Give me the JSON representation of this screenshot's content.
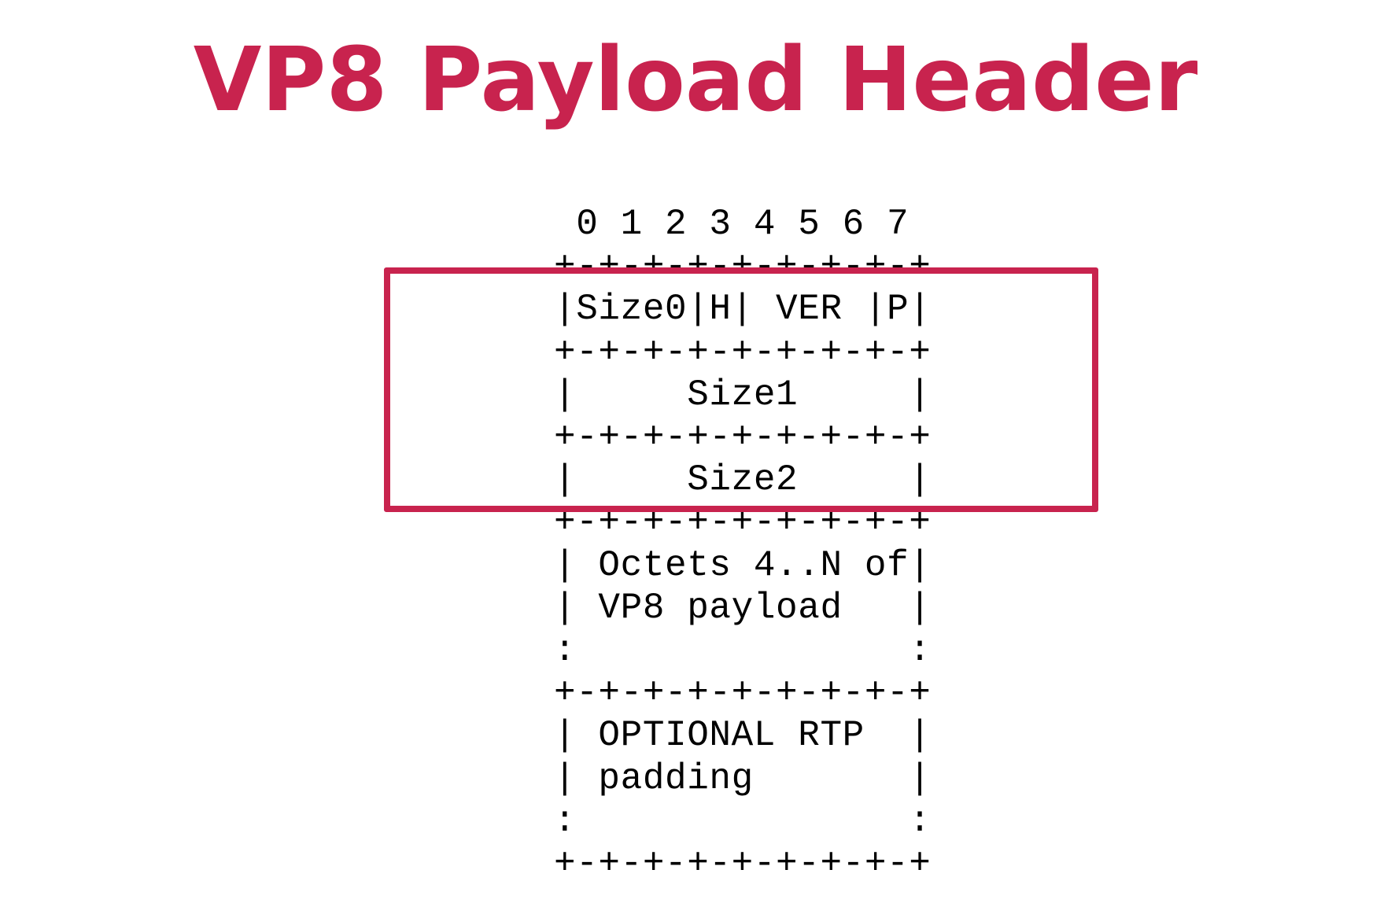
{
  "title": "VP8 Payload Header",
  "diagram": {
    "lines": [
      " 0 1 2 3 4 5 6 7",
      "+-+-+-+-+-+-+-+-+",
      "|Size0|H| VER |P|",
      "+-+-+-+-+-+-+-+-+",
      "|     Size1     |",
      "+-+-+-+-+-+-+-+-+",
      "|     Size2     |",
      "+-+-+-+-+-+-+-+-+",
      "| Octets 4..N of|",
      "| VP8 payload   |",
      ":               :",
      "+-+-+-+-+-+-+-+-+",
      "| OPTIONAL RTP  |",
      "| padding       |",
      ":               :",
      "+-+-+-+-+-+-+-+-+"
    ]
  },
  "colors": {
    "accent": "#c8234e",
    "text": "#000000",
    "background": "#ffffff"
  }
}
